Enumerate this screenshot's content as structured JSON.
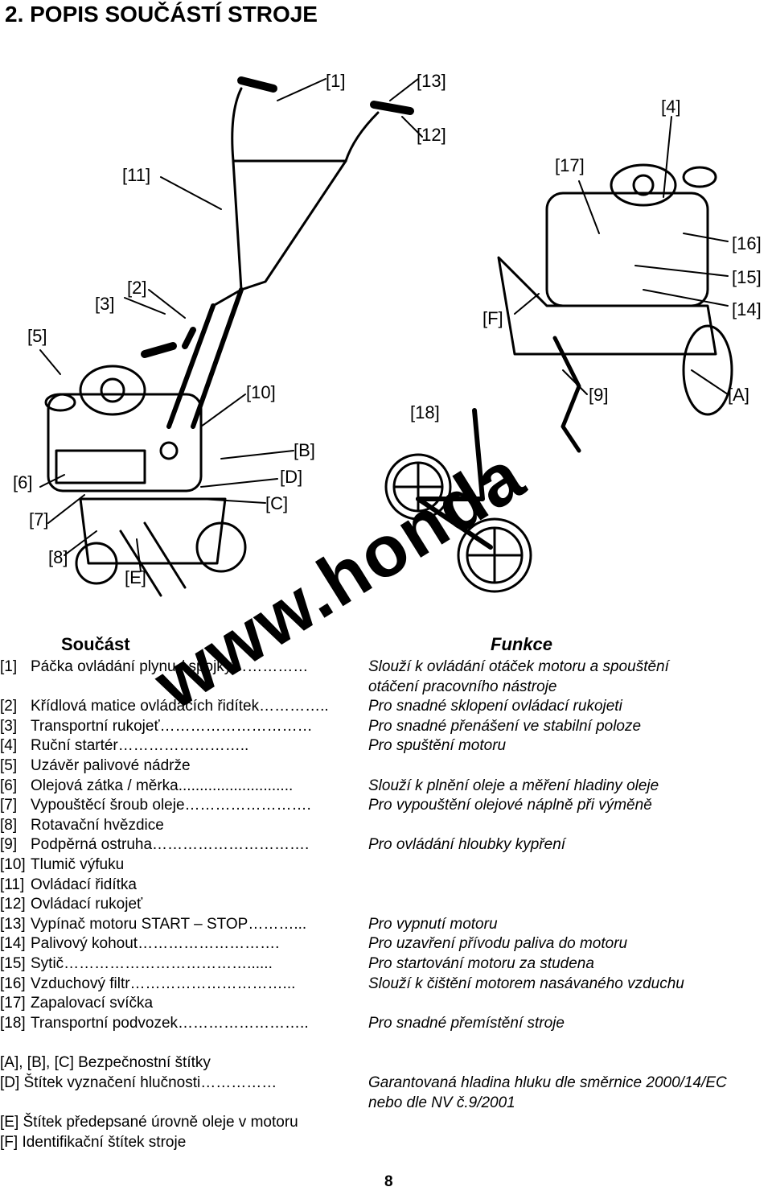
{
  "title": "2. POPIS SOUČÁSTÍ STROJE",
  "figure": {
    "callouts": [
      "[1]",
      "[13]",
      "[12]",
      "[4]",
      "[17]",
      "[11]",
      "[16]",
      "[15]",
      "[14]",
      "[3]",
      "[2]",
      "[5]",
      "[F]",
      "[10]",
      "[9]",
      "[A]",
      "[18]",
      "[B]",
      "[D]",
      "[6]",
      "[C]",
      "[7]",
      "[8]",
      "[E]"
    ]
  },
  "watermark": "www.honda",
  "table": {
    "part_header": "Součást",
    "function_header": "Funkce",
    "rows": [
      {
        "num": "[1]",
        "part": "Páčka ovládání plynu / spojky",
        "leader": "……………",
        "func": "Slouží k ovládání otáček motoru a spouštění"
      },
      {
        "num": "",
        "part": "",
        "leader": "",
        "func": "otáčení pracovního nástroje"
      },
      {
        "num": "[2]",
        "part": "Křídlová matice ovládacích řidítek",
        "leader": "…………..",
        "func": "Pro snadné sklopení ovládací rukojeti"
      },
      {
        "num": "[3]",
        "part": "Transportní rukojeť",
        "leader": "…………………………",
        "func": "Pro snadné přenášení ve stabilní poloze"
      },
      {
        "num": "[4]",
        "part": "Ruční startér",
        "leader": "……………………..",
        "func": "Pro spuštění motoru"
      },
      {
        "num": "[5]",
        "part": "Uzávěr palivové nádrže",
        "leader": "",
        "func": ""
      },
      {
        "num": "[6]",
        "part": "Olejová zátka / měrka",
        "leader": "...........................",
        "func": "Slouží k plnění oleje a měření hladiny oleje"
      },
      {
        "num": "[7]",
        "part": "Vypouštěcí šroub oleje",
        "leader": "…………………….",
        "func": "Pro vypouštění olejové náplně při výměně"
      },
      {
        "num": "[8]",
        "part": "Rotavační hvězdice",
        "leader": "",
        "func": ""
      },
      {
        "num": "[9]",
        "part": "Podpěrná ostruha",
        "leader": "………………………….",
        "func": "Pro ovládání hloubky kypření"
      },
      {
        "num": "[10]",
        "part": "Tlumič výfuku",
        "leader": "",
        "func": ""
      },
      {
        "num": "[11]",
        "part": "Ovládací řidítka",
        "leader": "",
        "func": ""
      },
      {
        "num": "[12]",
        "part": "Ovládací rukojeť",
        "leader": "",
        "func": ""
      },
      {
        "num": "[13]",
        "part": "Vypínač motoru START – STOP",
        "leader": "………...",
        "func": "Pro vypnutí motoru"
      },
      {
        "num": "[14]",
        "part": "Palivový kohout",
        "leader": "……………………….",
        "func": "Pro uzavření přívodu paliva do motoru"
      },
      {
        "num": "[15]",
        "part": "Sytič",
        "leader": "………………………………......",
        "func": "Pro startování motoru za studena"
      },
      {
        "num": "[16]",
        "part": "Vzduchový filtr",
        "leader": "…………………………...",
        "func": "Slouží k čištění motorem nasávaného vzduchu"
      },
      {
        "num": "[17]",
        "part": "Zapalovací svíčka",
        "leader": "",
        "func": ""
      },
      {
        "num": "[18]",
        "part": "Transportní podvozek",
        "leader": "……………………..",
        "func": "Pro snadné přemístění stroje"
      }
    ]
  },
  "footer": [
    {
      "text": "[A], [B], [C] Bezpečnostní štítky",
      "func": ""
    },
    {
      "text": "[D] Štítek vyznačení hlučnosti……………",
      "func": "Garantovaná hladina hluku dle směrnice 2000/14/EC"
    },
    {
      "text": "",
      "func": "nebo dle NV č.9/2001"
    },
    {
      "text": "[E] Štítek předepsané úrovně oleje v motoru",
      "func": ""
    },
    {
      "text": "[F] Identifikační štítek stroje",
      "func": ""
    }
  ],
  "page_number": "8"
}
